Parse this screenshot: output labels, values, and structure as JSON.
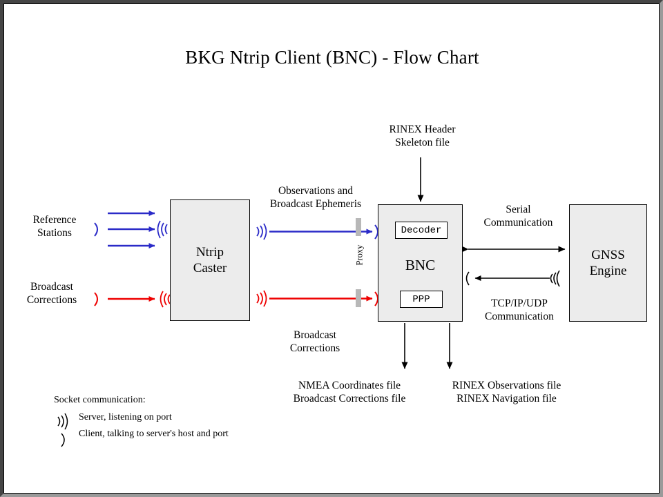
{
  "page": {
    "title": "BKG Ntrip Client (BNC)  -  Flow Chart",
    "frame_border_dark": "#454545",
    "frame_border_light": "#9a9a9a",
    "background": "#ffffff"
  },
  "colors": {
    "blue_flow": "#2B2BC8",
    "red_flow": "#EE0000",
    "box_fill": "#ECECEC",
    "box_border": "#000000",
    "proxy_bar": "#B8B8B8",
    "arrow_black": "#000000"
  },
  "nodes": {
    "ntrip_caster": {
      "label": "Ntrip\nCaster"
    },
    "bnc": {
      "label": "BNC",
      "decoder": "Decoder",
      "ppp": "PPP"
    },
    "gnss_engine": {
      "label": "GNSS\nEngine"
    }
  },
  "labels": {
    "reference_stations": "Reference\nStations",
    "broadcast_corrections_input": "Broadcast\nCorrections",
    "observations_ephemeris": "Observations and\nBroadcast Ephemeris",
    "broadcast_corrections_mid": "Broadcast\nCorrections",
    "rinex_header_skeleton": "RINEX Header\nSkeleton file",
    "serial_communication": "Serial\nCommunication",
    "tcpip_communication": "TCP/IP/UDP\nCommunication",
    "output_left": "NMEA Coordinates file\nBroadcast Corrections file",
    "output_right": "RINEX Observations file\nRINEX Navigation file",
    "proxy": "Proxy"
  },
  "legend": {
    "title": "Socket communication:",
    "items": [
      {
        "symbol": "server-socket-icon",
        "text": "Server, listening on port"
      },
      {
        "symbol": "client-socket-icon",
        "text": "Client, talking to server's host and port"
      }
    ]
  },
  "chart_data": {
    "type": "diagram",
    "title": "BKG Ntrip Client (BNC)  -  Flow Chart",
    "nodes": [
      {
        "id": "reference-stations",
        "label": "Reference Stations",
        "kind": "text-source"
      },
      {
        "id": "broadcast-corrections-source",
        "label": "Broadcast Corrections",
        "kind": "text-source"
      },
      {
        "id": "ntrip-caster",
        "label": "Ntrip Caster",
        "kind": "box"
      },
      {
        "id": "proxy",
        "label": "Proxy",
        "kind": "barrier"
      },
      {
        "id": "bnc",
        "label": "BNC",
        "kind": "box",
        "children": [
          "Decoder",
          "PPP"
        ]
      },
      {
        "id": "gnss-engine",
        "label": "GNSS Engine",
        "kind": "box"
      },
      {
        "id": "rinex-header-skeleton",
        "label": "RINEX Header Skeleton file",
        "kind": "file"
      },
      {
        "id": "output-left",
        "label": "NMEA Coordinates file / Broadcast Corrections file",
        "kind": "file"
      },
      {
        "id": "output-right",
        "label": "RINEX Observations file / RINEX Navigation file",
        "kind": "file"
      }
    ],
    "edges": [
      {
        "from": "reference-stations",
        "to": "ntrip-caster",
        "color": "#2B2BC8",
        "count": 3,
        "direction": "right"
      },
      {
        "from": "broadcast-corrections-source",
        "to": "ntrip-caster",
        "color": "#EE0000",
        "count": 1,
        "direction": "right"
      },
      {
        "from": "ntrip-caster",
        "to": "bnc",
        "label": "Observations and Broadcast Ephemeris",
        "color": "#2B2BC8",
        "via": "proxy",
        "direction": "right"
      },
      {
        "from": "ntrip-caster",
        "to": "bnc",
        "label": "Broadcast Corrections",
        "color": "#EE0000",
        "via": "proxy",
        "direction": "right"
      },
      {
        "from": "rinex-header-skeleton",
        "to": "bnc",
        "color": "#000000",
        "direction": "down"
      },
      {
        "from": "bnc",
        "to": "gnss-engine",
        "label": "Serial Communication",
        "color": "#000000",
        "direction": "both"
      },
      {
        "from": "gnss-engine",
        "to": "bnc",
        "label": "TCP/IP/UDP Communication",
        "color": "#000000",
        "direction": "left"
      },
      {
        "from": "bnc",
        "to": "output-left",
        "color": "#000000",
        "direction": "down"
      },
      {
        "from": "bnc",
        "to": "output-right",
        "color": "#000000",
        "direction": "down"
      }
    ]
  }
}
